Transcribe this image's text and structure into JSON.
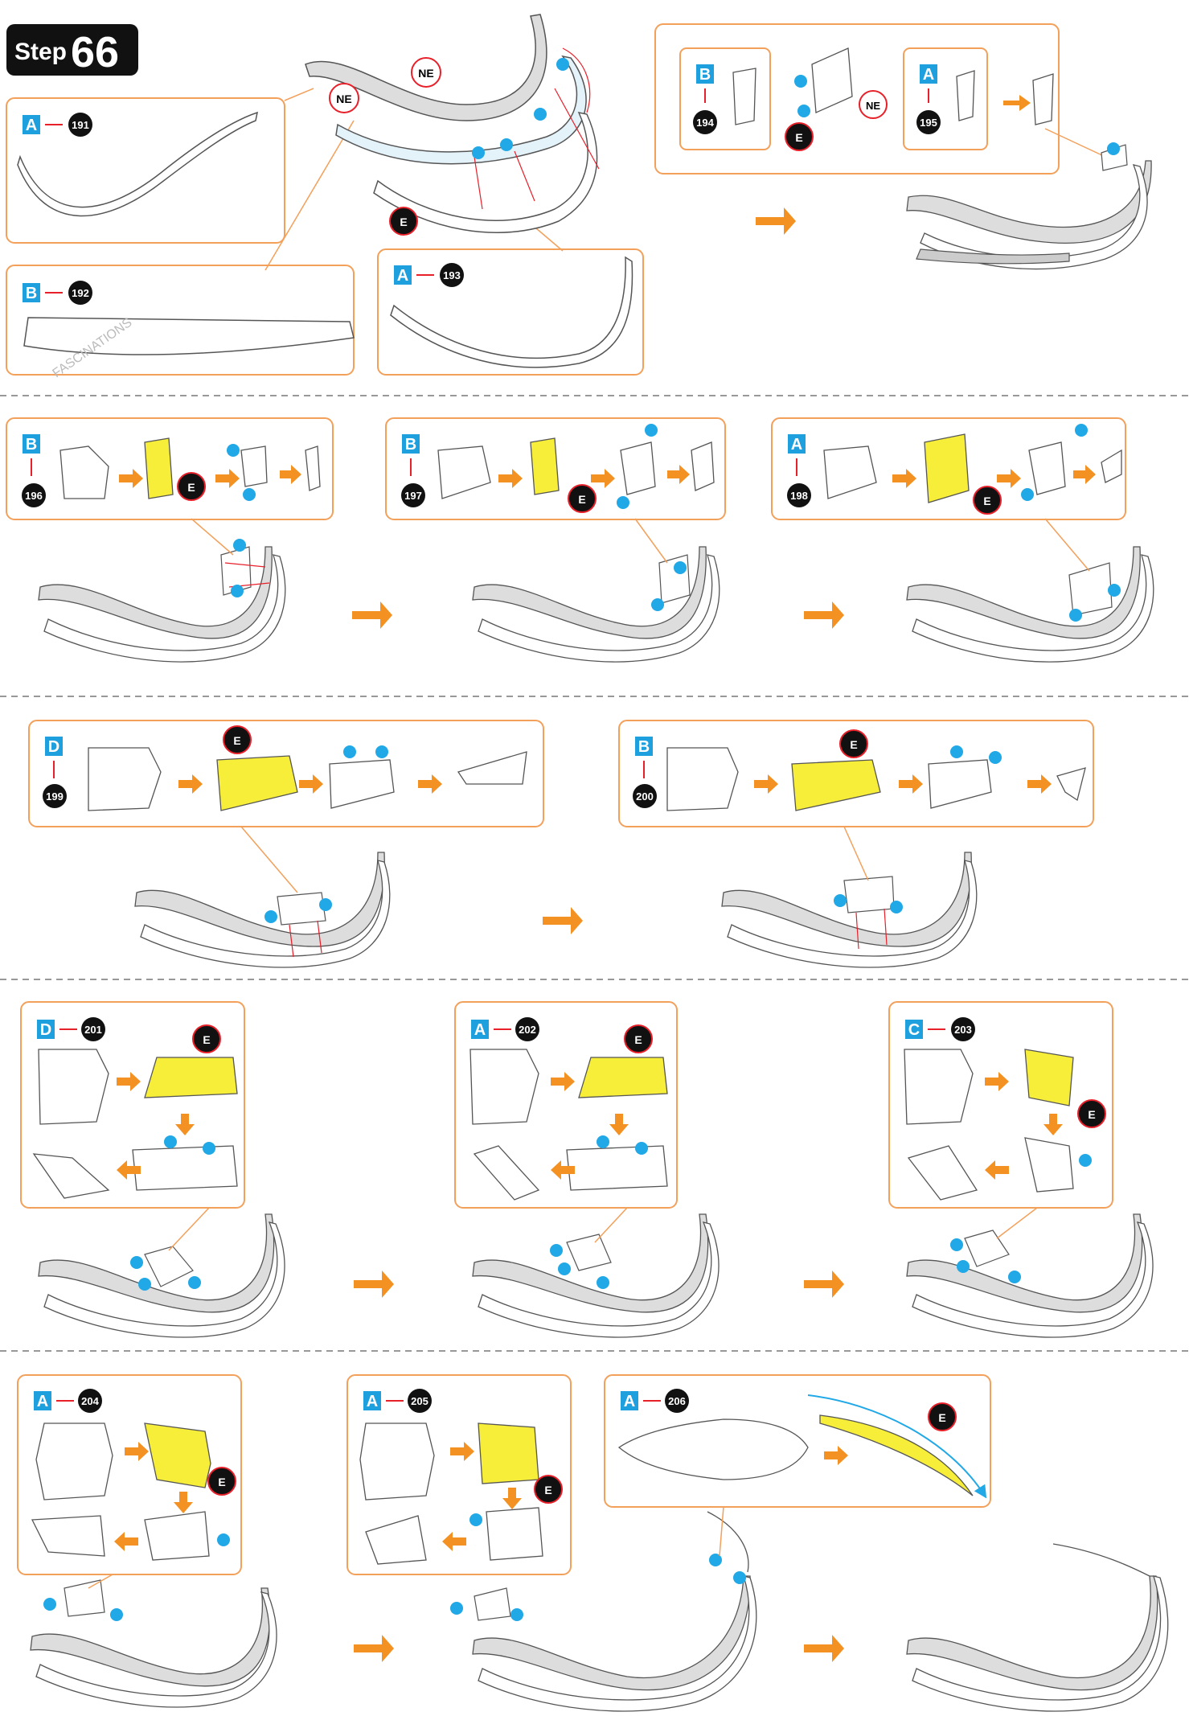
{
  "step": {
    "label": "Step",
    "number": "66"
  },
  "markers": {
    "ne": "NE",
    "e": "E"
  },
  "watermark": "FASCINATIONS",
  "colors": {
    "sheet_badge": "#1e9fde",
    "part_badge": "#111111",
    "connector": "#e8202a",
    "arrow": "#f39223",
    "callout_border": "#f3a05a",
    "glue_dot": "#21a8e6",
    "highlight": "#f7ee3a",
    "outline": "#555555",
    "divider": "#777777"
  },
  "rows": [
    {
      "callouts": [
        {
          "sheet": "A",
          "part": "191"
        },
        {
          "sheet": "B",
          "part": "192"
        },
        {
          "sheet": "A",
          "part": "193"
        },
        {
          "sheet": "B",
          "part": "194"
        },
        {
          "sheet": "A",
          "part": "195"
        }
      ]
    },
    {
      "callouts": [
        {
          "sheet": "B",
          "part": "196"
        },
        {
          "sheet": "B",
          "part": "197"
        },
        {
          "sheet": "A",
          "part": "198"
        }
      ]
    },
    {
      "callouts": [
        {
          "sheet": "D",
          "part": "199"
        },
        {
          "sheet": "B",
          "part": "200"
        }
      ]
    },
    {
      "callouts": [
        {
          "sheet": "D",
          "part": "201"
        },
        {
          "sheet": "A",
          "part": "202"
        },
        {
          "sheet": "C",
          "part": "203"
        }
      ]
    },
    {
      "callouts": [
        {
          "sheet": "A",
          "part": "204"
        },
        {
          "sheet": "A",
          "part": "205"
        },
        {
          "sheet": "A",
          "part": "206"
        }
      ]
    }
  ]
}
